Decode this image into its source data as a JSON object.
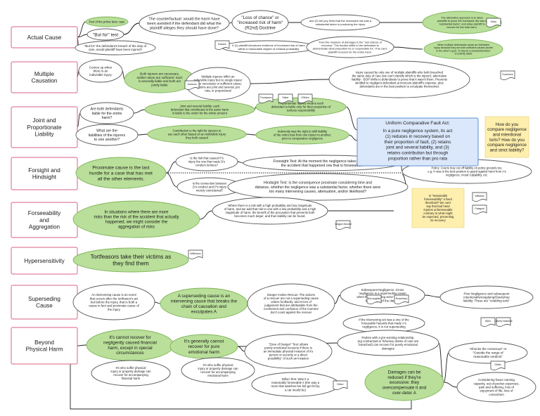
{
  "colors": {
    "category_border": "#e0809a",
    "bubble_green": "#b9df9a",
    "bubble_border": "#7fb45a",
    "blue_fill": "#dbe8fb",
    "blue_border": "#5b8fd0",
    "yellow_note": "#ffefae",
    "line": "#222222"
  },
  "categories": [
    {
      "label": [
        "Actual Cause"
      ]
    },
    {
      "label": [
        "Multiple",
        "Causation"
      ]
    },
    {
      "label": [
        "Joint and",
        "Proportionate",
        "Liability"
      ]
    },
    {
      "label": [
        "Forsight and",
        "Hindsight"
      ]
    },
    {
      "label": [
        "Forseeability",
        "and",
        "Aggregation"
      ]
    },
    {
      "label": [
        "Hypersensitivity"
      ]
    },
    {
      "label": [
        "Superseding",
        "Cause"
      ]
    },
    {
      "label": [
        "Beyond",
        "Physical Harm"
      ]
    }
  ],
  "bubbles": [
    {
      "id": "part-prima-facie",
      "style": "green",
      "lines": [
        "Part of the prima facie case"
      ]
    },
    {
      "id": "but-for-test",
      "style": "white",
      "lines": [
        "\"But for\" test"
      ]
    },
    {
      "id": "but-for-question",
      "style": "white",
      "lines": [
        "\"But for\" the defendant's breach of the duty of",
        "care, would plaintiff have been injured?"
      ]
    },
    {
      "id": "counterfactual",
      "style": "white",
      "lines": [
        "The counterfactual: would the harm have",
        "been avoided if the defendant did what the",
        "plaintiff alleges they should have done?"
      ]
    },
    {
      "id": "loss-of-chance",
      "style": "white",
      "lines": [
        "\"Loss of chance\" or",
        "\"increased risk of harm\"",
        "(R2nd) Doctrine"
      ]
    },
    {
      "id": "increased-risk",
      "style": "white",
      "lines": [
        "If (1) plaintiff introduces evidence of increased risk of harm",
        "within a reasonable degree of medical probability"
      ]
    },
    {
      "id": "jury-finds",
      "style": "white",
      "lines": [
        "and (2) the jury finds that the increased risk was a",
        "substantial factor in producing the injury"
      ]
    },
    {
      "id": "damages-chance",
      "style": "white",
      "lines": [
        "Then the measure of damages is the \"lost chance of",
        "recovery.\" The burden shifts to the defendant to",
        "demonstrate what proportion he is 'responsible for.' If he can't,",
        "plaintiff recovers for the entire harm."
      ]
    },
    {
      "id": "alternative-approach",
      "style": "green",
      "lines": [
        "The alternative approach is to allow",
        "plaintiffs to prove the increased risk was a",
        "'substantial factor,' and allow plaintiff to",
        "recover for the total harm."
      ]
    },
    {
      "id": "substantial-factor",
      "style": "green",
      "lines": [
        "When multiple defendants cause an indivisible",
        "injury because they are both sufficient causes (bullet",
        "in the other's gun), 'it may be a substantial factor",
        "to entirely liable"
      ]
    },
    {
      "id": "comes-up",
      "style": "white",
      "lines": [
        "Comes up when",
        "there is an",
        "indivisible injury"
      ]
    },
    {
      "id": "both-injurers",
      "style": "green",
      "lines": [
        "Both injurers are necessary,",
        "neither alone are sufficient: each",
        "is severally liable and both are",
        "jointly liable"
      ]
    },
    {
      "id": "multiple-injurers",
      "style": "white",
      "lines": [
        "Multiple injurers inflict an",
        "indivisible injury but no single injurer",
        "is the necessary or sufficient cause;",
        "options are joint and several, pro",
        "rata, or proportional"
      ]
    },
    {
      "id": "injury-one",
      "style": "white",
      "lines": [
        "Injury caused by only one of multiple plaintiffs who both breached",
        "the same duty of care (we can't identify which is the injurer): alternative",
        "liability - BOP shifts to defendants to prove that it wasn't them. Prevents",
        "windfall to negligent defendant at innocent plaintiff's expense, plus",
        "defendants are in the best position to exculpate themselves"
      ]
    },
    {
      "id": "both-liable-q",
      "style": "white",
      "lines": [
        "Are both defendants",
        "liable for the entire",
        "harm?"
      ]
    },
    {
      "id": "what-liabilities",
      "style": "white",
      "lines": [
        "What are the",
        "liabilities of the injurers",
        "to one another?"
      ]
    },
    {
      "id": "joint-several",
      "style": "green",
      "lines": [
        "Joint and several liability: each",
        "defendant that contributed to the same harm",
        "is liable to the victim for the whole amount"
      ]
    },
    {
      "id": "proportionate",
      "style": "green",
      "lines": [
        "Proportionate liability means each",
        "defendant is liable only for their proportion of",
        "tortious responsibility"
      ]
    },
    {
      "id": "contribution",
      "style": "green",
      "lines": [
        "Contribution is the right for injurers to",
        "sue each other based on an indivisible injury",
        "they both caused"
      ]
    },
    {
      "id": "indemnity",
      "style": "green",
      "lines": [
        "Indemnity was the right to shift liability",
        "of the entire loss from one injurer to another,",
        "prior to comparative negligence"
      ]
    },
    {
      "id": "proximate",
      "style": "green",
      "lines": [
        "Proximate cause is the last",
        "hurdle for a case that has met",
        "all the other elements."
      ]
    },
    {
      "id": "risk-caused",
      "style": "white",
      "lines": [
        "Is the risk that caused P's",
        "injury the one that made D's",
        "conduct tortious?"
      ]
    },
    {
      "id": "connection",
      "style": "white",
      "lines": [
        "Is the connection between",
        "D's conduct and P's injury",
        "merely coincidental?"
      ]
    },
    {
      "id": "foresight-test",
      "style": "white",
      "lines": [
        "Foresight Test: At the moment the negligence takes place, is",
        "the accident that happened one that is forseeable?"
      ]
    },
    {
      "id": "hindsight-test",
      "style": "white",
      "lines": [
        "Hindsight Test: Is the consequence proximate considering time and",
        "distance, whether the negligence was a substantial factor, whether there were",
        "too many intervening causes, attenuation, and/or likelihood?"
      ]
    },
    {
      "id": "policy",
      "style": "white",
      "lines": [
        "Policy: Courts may cut off liability on policy grounds too,",
        "e.g. H was in the best position to guard against harm from A's",
        "negligence, moral culpability, etc."
      ]
    },
    {
      "id": "situations",
      "style": "green",
      "lines": [
        "In situations where there are more",
        "risks than the risk of the accident that actually",
        "happened, we might consider the",
        "aggregation of risks"
      ]
    },
    {
      "id": "high-probability",
      "style": "white",
      "lines": [
        "Where there is a risk with a high probability and low magnitude",
        "of harm, and we add that risk to one with a low probability and a high",
        "magnitude of harm, the benefit of the precaution that prevents both",
        "becomes much larger, and thus liability can be found."
      ]
    },
    {
      "id": "tortfeasors",
      "style": "green",
      "lines": [
        "Tortfeasors take their victims as",
        "they find them"
      ]
    },
    {
      "id": "intervening",
      "style": "white",
      "lines": [
        "An intervening cause is an event",
        "that occurs after the tortfeasor's act",
        "but before the injury, that is both a",
        "cause in fact and proximate cause of",
        "the injury"
      ]
    },
    {
      "id": "superseding",
      "style": "green",
      "lines": [
        "A superseding cause is an",
        "intervening cause that breaks the",
        "chain of causation and",
        "exculpates A"
      ]
    },
    {
      "id": "danger-rescue",
      "style": "white",
      "lines": [
        "Danger Invites Rescue: The actions",
        "of a rescuer are not a superseding cause",
        "unless foolhardy, and errors of",
        "judgement that are attributable from the",
        "excitement and confusion of the moment",
        "don't count against the rescuer"
      ]
    },
    {
      "id": "subsequent-negligence",
      "style": "white",
      "lines": [
        "Subsequent Negligence: Gross",
        "negligence is a superseding cause",
        "when the intervening actor had actual",
        "knowledge of the danger"
      ]
    },
    {
      "id": "intervening-act",
      "style": "white",
      "lines": [
        "If the intervening act was a one of the",
        "forseeable hazards that made A's",
        "negligence, it is not superseding"
      ]
    },
    {
      "id": "prior-negligence",
      "style": "white",
      "lines": [
        "Prior Negligence and subsequent",
        "intentional/wrongdoing/Dramshop",
        "liability: These are \"enabling torts\""
      ]
    },
    {
      "id": "no-recover-financial",
      "style": "green",
      "lines": [
        "It's cannot recover for",
        "negligently caused financial",
        "harm, except in special",
        "circumstances"
      ]
    },
    {
      "id": "suffer-physical-1",
      "style": "white",
      "lines": [
        "It's who suffer physical",
        "injury or property damage can",
        "recover for accompanying",
        "financial harm"
      ]
    },
    {
      "id": "generally-cannot",
      "style": "green",
      "lines": [
        "It's generally cannot",
        "recover for pure",
        "emotional harm"
      ]
    },
    {
      "id": "suffer-physical-2",
      "style": "white",
      "lines": [
        "It's who suffer physical",
        "injury or property damage can",
        "recover for accompanying",
        "emotional harm"
      ]
    },
    {
      "id": "zone-of-danger",
      "style": "white",
      "lines": [
        "\"Zone of Danger\" Test: allows",
        "purely emotional recovery if there is",
        "an immediate physical invasion of it's",
        "person or security or a direct",
        "possibility\" of such an invasion"
      ]
    },
    {
      "id": "dillon-test",
      "style": "white",
      "lines": [
        "Dillon Test: Was it a",
        "reasonably forseeable it (the way a",
        "mom that watches her kid get hit by",
        "a car would be)"
      ]
    },
    {
      "id": "parties-relationship",
      "style": "white",
      "lines": [
        "Parties with a pre-existing relationship,",
        "(eg contractual or fiduciary duties of care are",
        "breached) can recover for purely emotional",
        "damages"
      ]
    },
    {
      "id": "damages-reduced",
      "style": "green",
      "lines": [
        "Damages can be",
        "reduced if they're",
        "excessive: they",
        "overcompensate it and",
        "over-deter A"
      ]
    },
    {
      "id": "shocks-conscious",
      "style": "white",
      "lines": [
        "\"Shocks the conscious\" or",
        "\"Outside the range of",
        "reasonable verdicts\""
      ]
    },
    {
      "id": "future-earning",
      "style": "white",
      "lines": [
        "Considering future earning",
        "capacity, out-of-pocket expenses,",
        "pain and suffering, loss of",
        "enjoyment of life, loss of",
        "consortium"
      ]
    }
  ],
  "blue_box": {
    "title": "Uniform Comparative Fault Act:",
    "lines": [
      "In a pure negligence system, its act",
      "(1) reduces in recovery based on",
      "their proportion of fault, (2) retains",
      "joint and several liability, and (3)",
      "retains contribution but through",
      "proportion rather than pro rata"
    ]
  },
  "yellow_note": {
    "lines": [
      "How do you",
      "compare negligence",
      "and intentional",
      "torts? How do you",
      "compare negligence",
      "and strict liability?"
    ]
  },
  "yellow_small": {
    "lines": [
      "Is \"reasonable",
      "foreseeability\" a fixed",
      "threshold? We can't",
      "say that bad hand",
      "injuries unforeseeable",
      "contrary to what might",
      "be expected, preventing",
      "its recovery"
    ]
  },
  "case_notes": [
    "Barnes",
    "Kirby",
    "Johnson",
    "Summers",
    "Thompson",
    "Sister",
    "O'Brien",
    "Wagon Mound",
    "Wilkinson",
    "Palsgraf",
    "Williams",
    "McLaughlin",
    "Rosemary",
    "Allen",
    "Liberty National",
    "Dillon",
    "Gibbs"
  ]
}
